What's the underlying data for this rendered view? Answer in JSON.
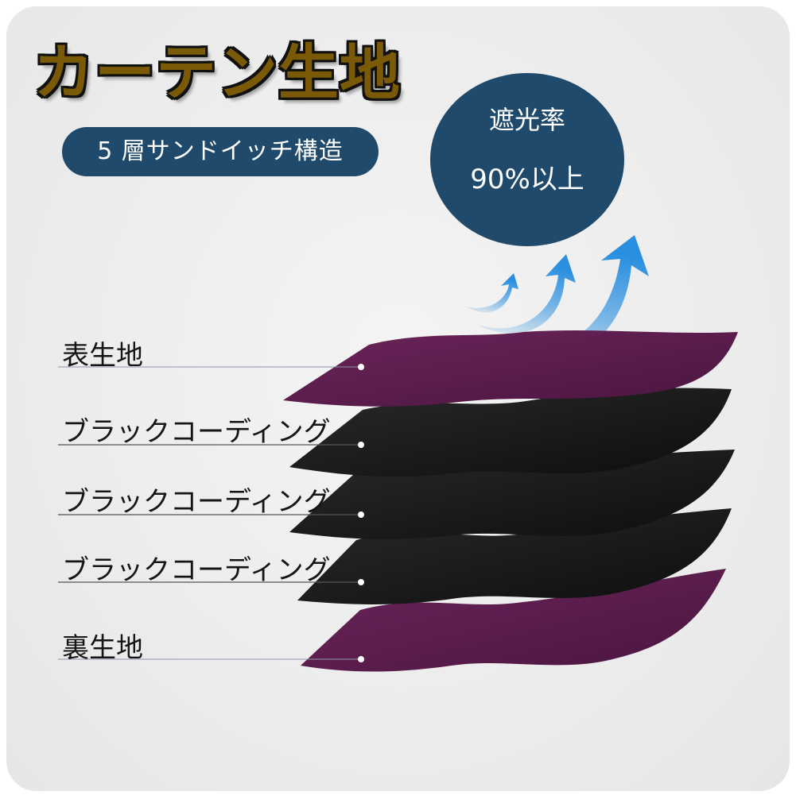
{
  "title": "カーテン生地",
  "subtitle": "5 層サンドイッチ構造",
  "badge": {
    "label": "遮光率",
    "value": "90%以上"
  },
  "layers": [
    {
      "label": "表生地",
      "color": "#5a1d4a"
    },
    {
      "label": "ブラックコーディング",
      "color": "#1a1a1a"
    },
    {
      "label": "ブラックコーディング",
      "color": "#1a1a1a"
    },
    {
      "label": "ブラックコーディング",
      "color": "#1a1a1a"
    },
    {
      "label": "裏生地",
      "color": "#5a1d4a"
    }
  ],
  "colors": {
    "title_fill": "#7a5a06",
    "accent_navy": "#1f4a6b",
    "arrow_blue": "#2a8fe0"
  }
}
